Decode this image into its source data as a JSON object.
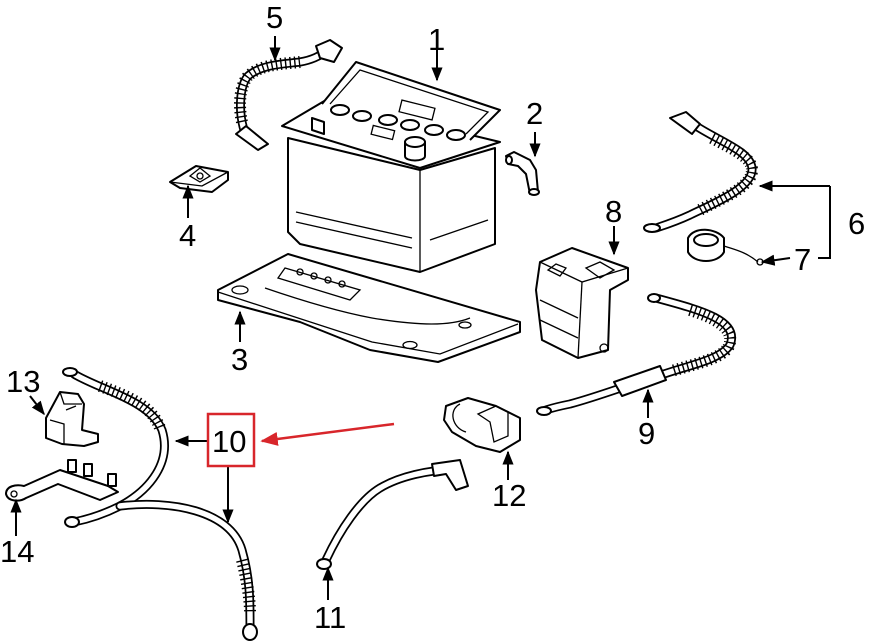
{
  "callouts": [
    {
      "id": "1",
      "text": "1"
    },
    {
      "id": "2",
      "text": "2"
    },
    {
      "id": "3",
      "text": "3"
    },
    {
      "id": "4",
      "text": "4"
    },
    {
      "id": "5",
      "text": "5"
    },
    {
      "id": "6",
      "text": "6"
    },
    {
      "id": "7",
      "text": "7"
    },
    {
      "id": "8",
      "text": "8"
    },
    {
      "id": "9",
      "text": "9"
    },
    {
      "id": "10",
      "text": "10"
    },
    {
      "id": "11",
      "text": "11"
    },
    {
      "id": "12",
      "text": "12"
    },
    {
      "id": "13",
      "text": "13"
    },
    {
      "id": "14",
      "text": "14"
    }
  ],
  "highlight": {
    "callout": "10",
    "color": "#d8262b"
  }
}
